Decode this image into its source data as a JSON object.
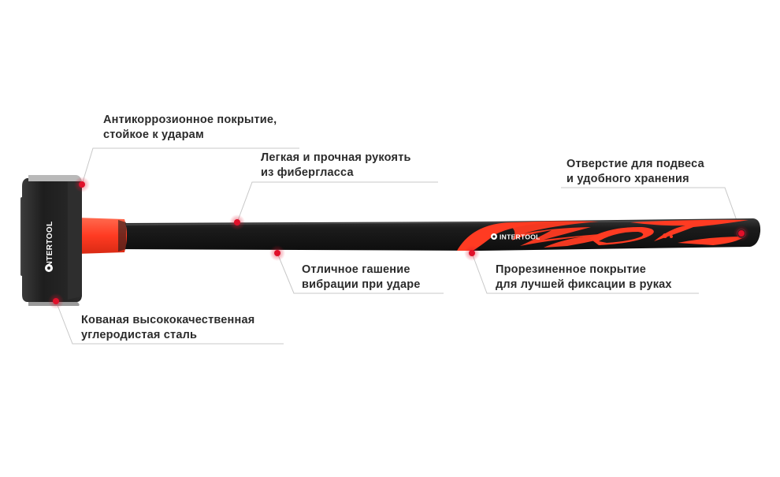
{
  "brand": {
    "name": "INTERTOOL",
    "head_logo_text": "INTERTOOL",
    "grip_logo_text": "INTERTOOL"
  },
  "colors": {
    "accent": "#ff3b22",
    "handle": "#1b1b1b",
    "head": "#222222",
    "marker": "#e0102a",
    "leader": "#c8c8c8",
    "text": "#2b2b2b"
  },
  "callouts": {
    "anticorrosion": {
      "line1": "Антикоррозионное покрытие,",
      "line2": "стойкое к ударам"
    },
    "handle_material": {
      "line1": "Легкая и прочная рукоять",
      "line2": "из фиберглacса"
    },
    "hanging_hole": {
      "line1": "Отверстие для подвеса",
      "line2": "и удобного хранения"
    },
    "vibration": {
      "line1": "Отличное гашение",
      "line2": "вибрации при ударе"
    },
    "rubber_grip": {
      "line1": "Прорезиненное покрытие",
      "line2": "для лучшей фиксации в руках"
    },
    "forged_steel": {
      "line1": "Кованая высококачественная",
      "line2": "углеродистая сталь"
    }
  }
}
